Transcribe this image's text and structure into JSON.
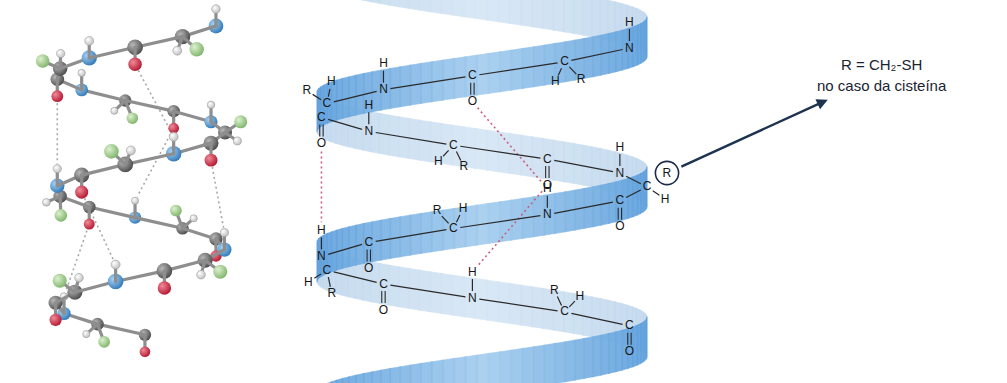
{
  "diagram": {
    "nodes": [
      {
        "text": [
          "R"
        ]
      },
      {
        "text": [
          "R = CH₂-SH",
          "no caso da cisteína"
        ]
      }
    ],
    "edges": [
      {
        "from": 0,
        "to": 1,
        "arrow": "to"
      }
    ],
    "labels": [
      "N",
      "H",
      "C",
      "R",
      "H",
      "C",
      "O",
      "N",
      "H",
      "C",
      "R",
      "H",
      "C",
      "O",
      "N",
      "H",
      "C",
      "R",
      "H",
      "C",
      "O",
      "N",
      "H",
      "C",
      "H",
      "C",
      "O",
      "N",
      "H",
      "C",
      "R",
      "H",
      "C",
      "O",
      "N",
      "H",
      "C",
      "R",
      "H",
      "C",
      "O",
      "N",
      "H",
      "C",
      "R",
      "H",
      "C",
      "O"
    ]
  }
}
